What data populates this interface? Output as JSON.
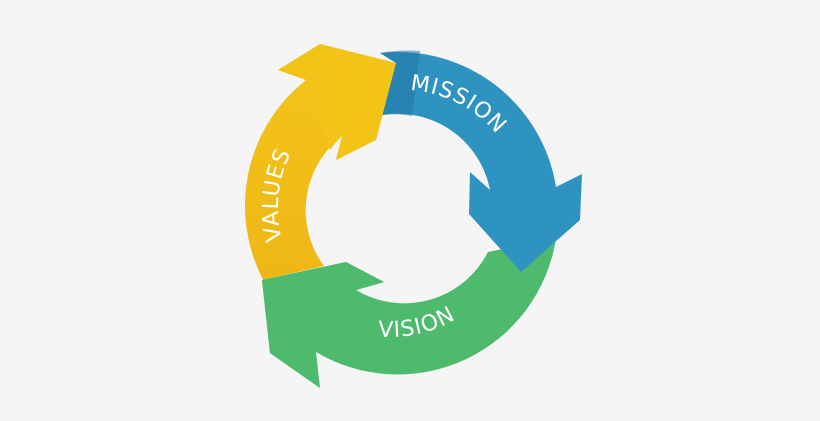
{
  "diagram": {
    "type": "cycle",
    "background": "#f5f5f5",
    "segments": [
      {
        "label": "MISSION",
        "color": "#2e93c1",
        "shade": "#2279a3",
        "order": 1
      },
      {
        "label": "VISION",
        "color": "#4dba6e",
        "shade": "#3c9e5b",
        "order": 2
      },
      {
        "label": "VALUES",
        "color": "#f2c417",
        "shade": "#e5ad14",
        "order": 3
      }
    ],
    "flow": [
      "MISSION",
      "VISION",
      "VALUES",
      "MISSION"
    ]
  }
}
